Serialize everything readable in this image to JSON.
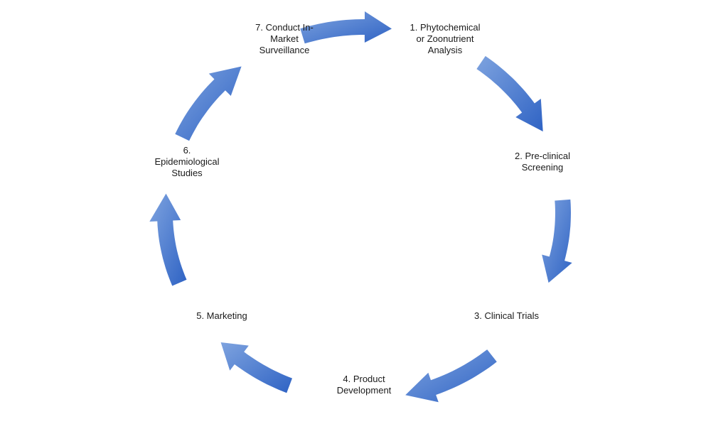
{
  "colors": {
    "arrow_light": "#6a94d8",
    "arrow_dark": "#2f63c4",
    "background": "#ffffff",
    "text": "#1a1a1a"
  },
  "steps": [
    {
      "lines": [
        "1. Phytochemical",
        "or Zoonutrient",
        "Analysis"
      ]
    },
    {
      "lines": [
        "2. Pre-clinical",
        "Screening"
      ]
    },
    {
      "lines": [
        "3. Clinical Trials"
      ]
    },
    {
      "lines": [
        "4. Product",
        "Development"
      ]
    },
    {
      "lines": [
        "5. Marketing"
      ]
    },
    {
      "lines": [
        "6.",
        "Epidemiological",
        "Studies"
      ]
    },
    {
      "lines": [
        "7. Conduct In-",
        "Market",
        "Surveillance"
      ]
    }
  ]
}
